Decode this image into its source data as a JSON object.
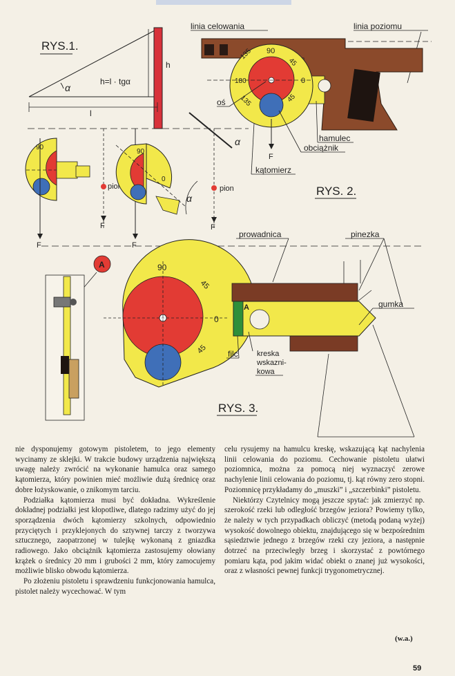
{
  "figures": {
    "rys1": {
      "title": "RYS.1.",
      "formula": "h=l · tgα",
      "h": "h",
      "l": "l",
      "alpha": "α"
    },
    "rys2": {
      "title": "RYS. 2.",
      "labels": {
        "linia_celowania": "linia celowania",
        "linia_poziomu": "linia poziomu",
        "os": "oś",
        "hamulec": "hamulec",
        "obciaznik": "obciążnik",
        "katomierz": "kątomierz",
        "F": "F"
      },
      "dial": {
        "d90": "90",
        "d45a": "45",
        "d135a": "135",
        "d180": "180",
        "d0": "0",
        "d135b": "135",
        "d45b": "45"
      }
    },
    "mid": {
      "pion1": "pion",
      "pion2": "pion",
      "F": "F",
      "alpha": "α"
    },
    "rys3": {
      "title": "RYS. 3.",
      "badge": "A",
      "labels": {
        "prowadnica": "prowadnica",
        "pinezka": "pinezka",
        "gumka": "gumka",
        "filc": "filc",
        "kreska1": "kreska",
        "kreska2": "wskazni-",
        "kreska3": "kowa"
      },
      "dial": {
        "d90": "90",
        "d45a": "45",
        "d0": "0",
        "d45b": "45"
      }
    }
  },
  "text": {
    "left": [
      "nie dysponujemy gotowym pistoletem, to jego elementy wycinamy ze sklejki. W trakcie budowy urządzenia największą uwagę należy zwrócić na wykonanie hamulca oraz samego kątomierza, który powinien mieć możliwie dużą średnicę oraz dobre łożyskowanie, o znikomym tarciu.",
      "Podziałka kątomierza musi być dokładna. Wykreślenie dokładnej podziałki jest kłopotliwe, dlatego radzimy użyć do jej sporządzenia dwóch kątomierzy szkolnych, odpowiednio przyciętych i przyklejonych do sztywnej tarczy z tworzywa sztucznego, zaopatrzonej w tulejkę wykonaną z gniazdka radiowego. Jako obciążnik kątomierza zastosujemy ołowiany krążek o średnicy 20 mm i grubości 2 mm, który zamocujemy możliwie blisko obwodu kątomierza.",
      "Po złożeniu pistoletu i sprawdzeniu funkcjonowania hamulca, pistolet należy wycechować. W tym"
    ],
    "right": [
      "celu rysujemy na hamulcu kreskę, wskazującą kąt nachylenia linii celowania do poziomu. Cechowanie pistoletu ułatwi poziomnica, można za pomocą niej wyznaczyć zerowe nachylenie linii celowania do poziomu, tj. kąt równy zero stopni. Poziomnicę przykładamy do „muszki” i „szczerbinki” pistoletu.",
      "Niektórzy Czytelnicy mogą jeszcze spytać: jak zmierzyć np. szerokość rzeki lub odległość brzegów jeziora? Powiemy tylko, że należy w tych przypadkach obliczyć (metodą podaną wyżej) wysokość dowolnego obiektu, znajdującego się w bezpośrednim sąsiedztwie jednego z brzegów rzeki czy jeziora, a następnie dotrzeć na przeciwległy brzeg i skorzystać z powtórnego pomiaru kąta, pod jakim widać obiekt o znanej już wysokości, oraz z własności pewnej funkcji trygonometrycznej."
    ],
    "signature": "(w.a.)",
    "page_number": "59"
  },
  "colors": {
    "yellow": "#f2e84a",
    "red": "#e23b34",
    "blue": "#3f6fb8",
    "brown": "#7a3b25",
    "dark": "#2a1a14"
  }
}
